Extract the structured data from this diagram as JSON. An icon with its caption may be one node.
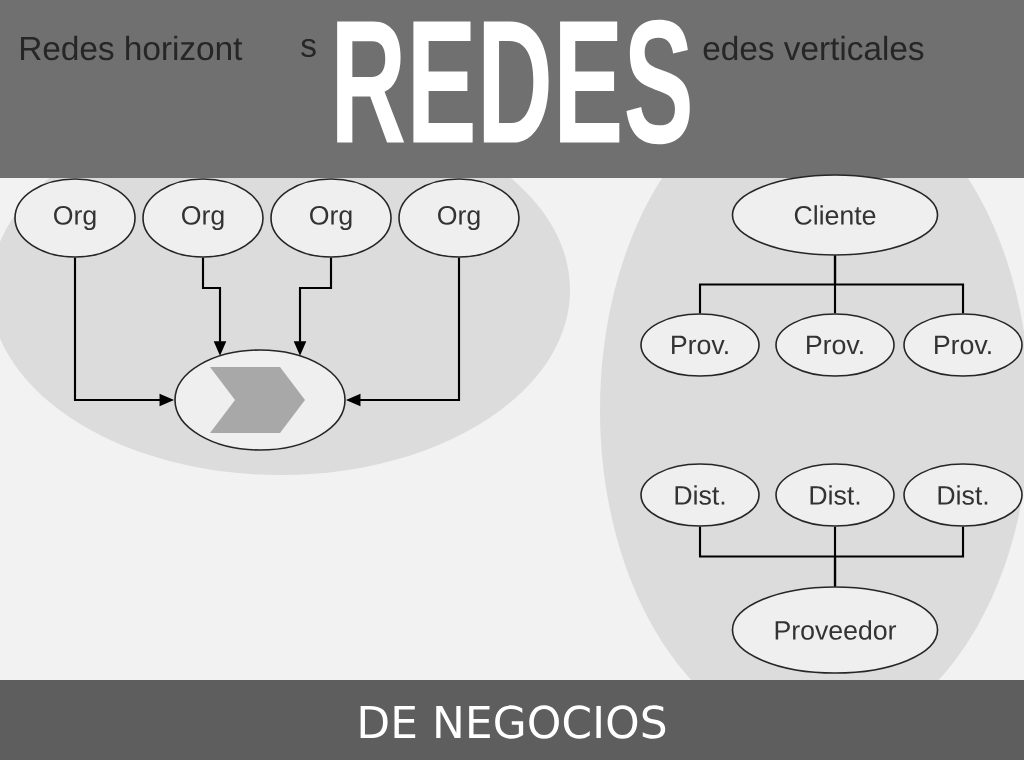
{
  "diagram": {
    "title": "REDES",
    "caption": "DE NEGOCIOS",
    "nodes": [
      {
        "text": [
          "Org"
        ]
      },
      {
        "text": [
          "Org"
        ]
      },
      {
        "text": [
          "Org"
        ]
      },
      {
        "text": [
          "Org"
        ]
      },
      {
        "text": [],
        "shape": "circle"
      },
      {
        "text": [
          "Cliente"
        ]
      },
      {
        "text": [
          "Prov."
        ]
      },
      {
        "text": [
          "Prov."
        ]
      },
      {
        "text": [
          "Prov."
        ]
      },
      {
        "text": [
          "Dist."
        ]
      },
      {
        "text": [
          "Dist."
        ]
      },
      {
        "text": [
          "Dist."
        ]
      },
      {
        "text": [
          "Proveedor"
        ]
      }
    ],
    "edges": [
      {
        "from": 0,
        "to": 4,
        "arrow": "to"
      },
      {
        "from": 1,
        "to": 4,
        "arrow": "to"
      },
      {
        "from": 2,
        "to": 4,
        "arrow": "to"
      },
      {
        "from": 3,
        "to": 4,
        "arrow": "to"
      },
      {
        "from": 5,
        "to": 6,
        "arrow": "none"
      },
      {
        "from": 5,
        "to": 7,
        "arrow": "none"
      },
      {
        "from": 5,
        "to": 8,
        "arrow": "none"
      },
      {
        "from": 9,
        "to": 12,
        "arrow": "none"
      },
      {
        "from": 10,
        "to": 12,
        "arrow": "none"
      },
      {
        "from": 11,
        "to": 12,
        "arrow": "none"
      }
    ],
    "labels": [
      "Redes horizont",
      "s",
      "edes verticales"
    ]
  }
}
